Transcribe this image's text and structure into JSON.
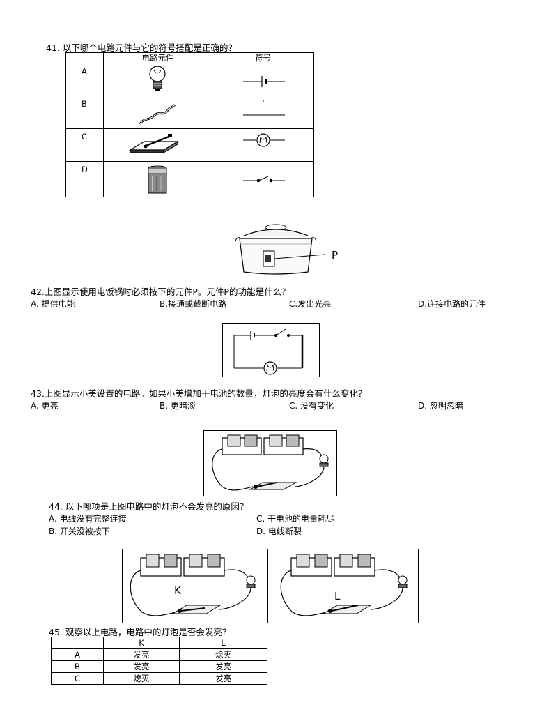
{
  "q41": {
    "question": "41.  以下哪个电路元件与它的符号搭配是正确的？",
    "col_component": "电路元件",
    "col_symbol": "符号",
    "rows": [
      {
        "label": "A",
        "component_icon": "light-bulb-icon",
        "symbol_icon": "battery-symbol-icon"
      },
      {
        "label": "B",
        "component_icon": "wire-icon",
        "symbol_icon": "wire-symbol-icon"
      },
      {
        "label": "C",
        "component_icon": "switch-icon",
        "symbol_icon": "bulb-symbol-icon"
      },
      {
        "label": "D",
        "component_icon": "battery-icon",
        "symbol_icon": "switch-symbol-icon"
      }
    ]
  },
  "q42": {
    "figure_label": "P",
    "question": "42.上图显示使用电饭锅时必须按下的元件P。元件P的功能是什么？",
    "options": [
      "A. 提供电能",
      "B.接通或截断电路",
      "C.发出光亮",
      "D.连接电路的元件"
    ]
  },
  "q43": {
    "question": "43.上图显示小美设置的电路。如果小美增加干电池的数量，灯泡的亮度会有什么变化？",
    "options": [
      "A. 更亮",
      "B.  更暗淡",
      "C.  没有变化",
      "D.  忽明忽暗"
    ]
  },
  "q44": {
    "question": "44.  以下哪项是上图电路中的灯泡不会发亮的原因？",
    "options": [
      "A.  电线没有完整连接",
      "C.  干电池的电量耗尽",
      "B.  开关没被按下",
      "D.  电线断裂"
    ]
  },
  "q45": {
    "label_k": "K",
    "label_l": "L",
    "question": "45.  观察以上电路，电路中的灯泡是否会发亮？",
    "table_header": [
      "",
      "K",
      "L"
    ],
    "table_rows": [
      [
        "A",
        "发亮",
        "熄灭"
      ],
      [
        "B",
        "发亮",
        "发亮"
      ],
      [
        "C",
        "熄灭",
        "发亮"
      ]
    ]
  }
}
